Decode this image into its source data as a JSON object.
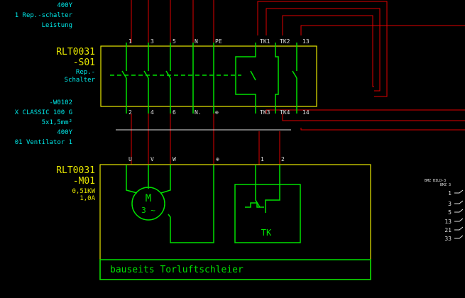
{
  "colors": {
    "background": "#000000",
    "wire_green": "#00e000",
    "box_yellow": "#e8e800",
    "text_cyan": "#00e8e8",
    "text_yellow": "#e8e800",
    "wire_red": "#e00000",
    "text_white": "#e0e0e0"
  },
  "left_notes": {
    "voltage_top": "400Y",
    "switch_desc": "1 Rep.-schalter",
    "switch_desc2": "Leistung",
    "cable_id": "-W0102",
    "cable_type": "X CLASSIC 100 G",
    "cable_size": "5x1,5mm²",
    "voltage_mid": "400Y",
    "fan_desc": "01 Ventilator 1"
  },
  "switch": {
    "tag": "RLT0031",
    "id": "-S01",
    "name1": "Rep.-",
    "name2": "Schalter",
    "top_terminals": [
      "1",
      "3",
      "5",
      "N",
      "PE",
      "TK1",
      "TK2",
      "13"
    ],
    "bottom_terminals": [
      "2",
      "4",
      "6",
      "N.",
      "⊕",
      "TK3",
      "TK4",
      "14"
    ]
  },
  "motor": {
    "tag": "RLT0031",
    "id": "-M01",
    "power": "0,51KW",
    "current": "1,0A",
    "terminals": [
      "U",
      "V",
      "W",
      "⊕",
      "1",
      "2"
    ],
    "symbol": "M",
    "phase": "3 ~",
    "thermal_label": "TK",
    "caption": "bauseits Torluftschleier"
  },
  "right_contacts": {
    "header1": "BMZ BILD-3",
    "header2": "BMZ 3",
    "items": [
      "1",
      "3",
      "5",
      "13",
      "21",
      "33"
    ]
  }
}
